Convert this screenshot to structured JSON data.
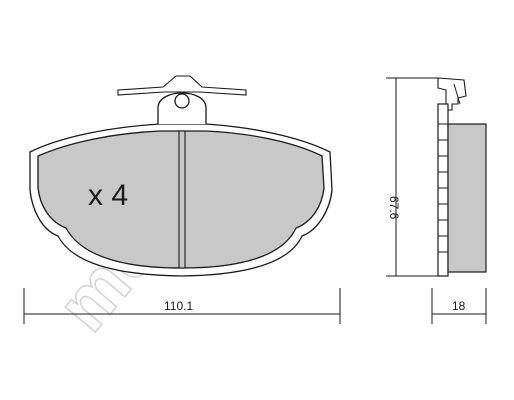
{
  "drawing": {
    "quantity_label": "x 4",
    "width_label": "110.1",
    "height_label": "67.6",
    "thickness_label": "18"
  },
  "watermark": {
    "text": "metelli"
  },
  "colors": {
    "pad_fill": "#c8c8c8",
    "line": "#1a1a1a",
    "watermark_stroke": "#d4d4d4",
    "background": "#ffffff"
  }
}
